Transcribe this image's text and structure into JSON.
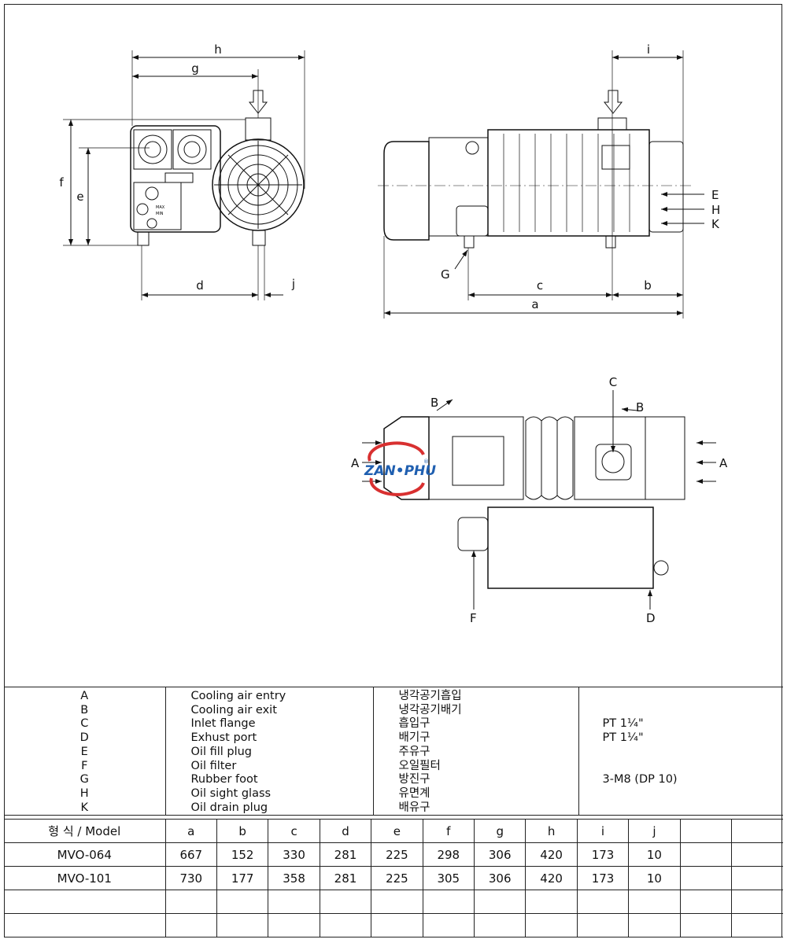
{
  "drawing": {
    "front_view": {
      "h": "h",
      "g": "g",
      "f": "f",
      "e": "e",
      "d": "d",
      "j": "j",
      "max": "MAX",
      "min": "MIN"
    },
    "side_view": {
      "i": "i",
      "E": "E",
      "H": "H",
      "K": "K",
      "G": "G",
      "c": "c",
      "b": "b",
      "a": "a"
    },
    "top_view": {
      "C": "C",
      "B1": "B",
      "B2": "B",
      "A1": "A",
      "A2": "A",
      "F": "F",
      "D": "D"
    },
    "logo": {
      "text": "ZAN•PHU",
      "mark": "®"
    }
  },
  "legend": {
    "letters": [
      "A",
      "B",
      "C",
      "D",
      "E",
      "F",
      "G",
      "H",
      "K"
    ],
    "english": [
      "Cooling air entry",
      "Cooling air exit",
      "Inlet flange",
      "Exhust port",
      "Oil fill plug",
      "Oil filter",
      "Rubber foot",
      "Oil sight glass",
      "Oil drain plug"
    ],
    "korean": [
      "냉각공기흡입",
      "냉각공기배기",
      "흡입구",
      "배기구",
      "주유구",
      "오일필터",
      "방진구",
      "유면계",
      "배유구"
    ],
    "specs": [
      "",
      "",
      "PT  1¼\"",
      "PT  1¼\"",
      "",
      "",
      "3-M8 (DP 10)",
      "",
      ""
    ]
  },
  "models": {
    "headers": [
      "형  식 / Model",
      "a",
      "b",
      "c",
      "d",
      "e",
      "f",
      "g",
      "h",
      "i",
      "j",
      "",
      ""
    ],
    "rows": [
      [
        "MVO-064",
        "667",
        "152",
        "330",
        "281",
        "225",
        "298",
        "306",
        "420",
        "173",
        "10",
        "",
        ""
      ],
      [
        "MVO-101",
        "730",
        "177",
        "358",
        "281",
        "225",
        "305",
        "306",
        "420",
        "173",
        "10",
        "",
        ""
      ],
      [
        "",
        "",
        "",
        "",
        "",
        "",
        "",
        "",
        "",
        "",
        "",
        "",
        ""
      ],
      [
        "",
        "",
        "",
        "",
        "",
        "",
        "",
        "",
        "",
        "",
        "",
        "",
        ""
      ]
    ]
  }
}
